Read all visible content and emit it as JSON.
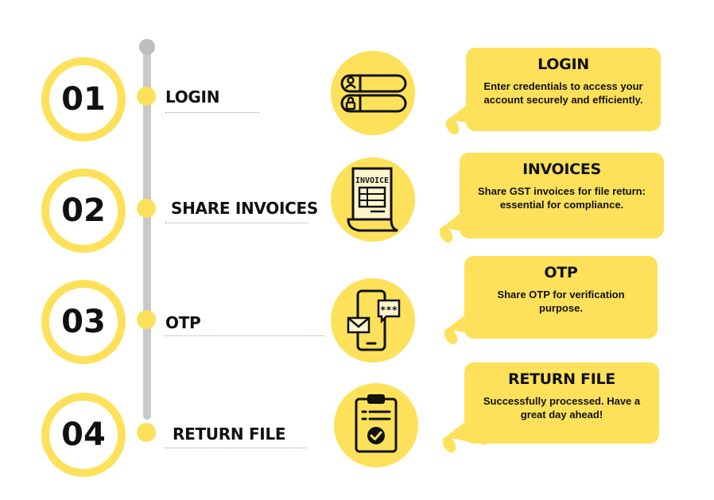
{
  "steps": [
    {
      "number": "01",
      "label": "LOGIN",
      "card_title": "LOGIN",
      "card_desc": "Enter credentials to access your account securely and efficiently.",
      "icon": "login-form-icon"
    },
    {
      "number": "02",
      "label": "SHARE INVOICES",
      "card_title": "INVOICES",
      "card_desc": "Share GST invoices for file return: essential for compliance.",
      "icon": "invoice-icon"
    },
    {
      "number": "03",
      "label": "OTP",
      "card_title": "OTP",
      "card_desc": "Share OTP for verification purpose.",
      "icon": "phone-otp-icon"
    },
    {
      "number": "04",
      "label": "RETURN FILE",
      "card_title": "RETURN FILE",
      "card_desc": "Successfully processed. Have a great day ahead!",
      "icon": "clipboard-check-icon"
    }
  ],
  "invoice_icon_text": "INVOICE",
  "otp_icon_text": "***",
  "colors": {
    "accent": "#fde15a",
    "timeline": "#c9c9c9",
    "text": "#111111"
  }
}
